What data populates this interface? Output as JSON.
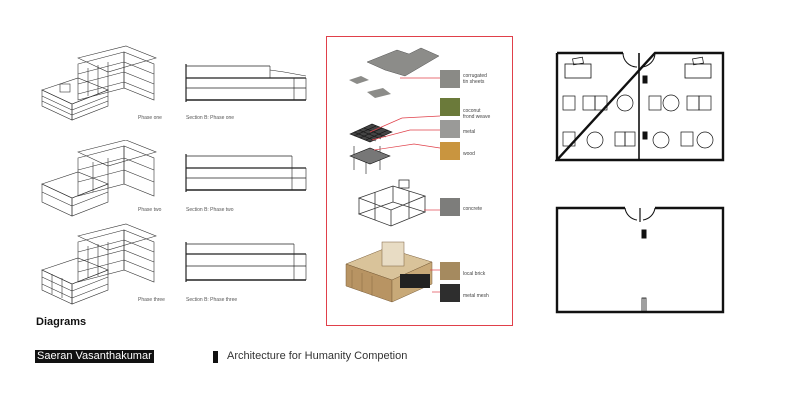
{
  "phases": [
    {
      "label": "Phase one",
      "section": "Section B: Phase one"
    },
    {
      "label": "Phase two",
      "section": "Section B: Phase two"
    },
    {
      "label": "Phase three",
      "section": "Section B: Phase three"
    }
  ],
  "materials": [
    {
      "name": "corrugated\ntin sheets",
      "color": "#8a8a86"
    },
    {
      "name": "coconut\nfrond weave",
      "color": "#6b7a3a"
    },
    {
      "name": "metal",
      "color": "#9a9a98"
    },
    {
      "name": "wood",
      "color": "#c9953f"
    },
    {
      "name": "concrete",
      "color": "#7d7d7b"
    },
    {
      "name": "local brick",
      "color": "#a58a5f"
    },
    {
      "name": "metal mesh",
      "color": "#2e2e2e"
    }
  ],
  "footer": {
    "title": "Diagrams",
    "author": "Saeran Vasanthakumar",
    "competition": "Architecture for Humanity Competion"
  },
  "colors": {
    "frame": "#e0404a",
    "ink": "#111111"
  }
}
